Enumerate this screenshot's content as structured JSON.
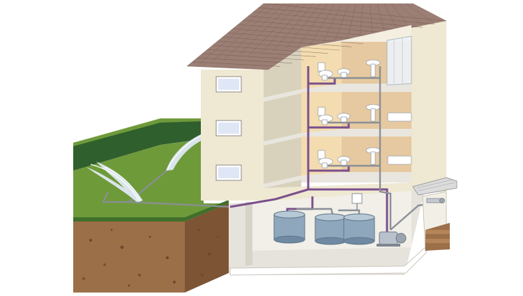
{
  "colors": {
    "roof": "#9b7e74",
    "roof_line": "#6f564d",
    "wall": "#efe8d2",
    "wall_shadow": "#d8d2bd",
    "room_warm": "#f3dcb0",
    "floor_slab": "#e9e6df",
    "pipe_purple": "#7a4f8c",
    "pipe_grey": "#8a8f97",
    "tank_blue": "#8ea7bd",
    "lawn": "#6f9a3a",
    "lawn_dark": "#3f6f2b",
    "hedge": "#2f5f2d",
    "soil": "#9b6f48",
    "soil_dark": "#7d5434",
    "sprinkler_spray": "#dfe9f3",
    "window_glass": "#dfe6f5",
    "basement_floor": "#e6e3dc"
  },
  "scene": {
    "floors": 3,
    "tanks": 3,
    "sprinklers": 2,
    "toilets_per_floor": 1,
    "bidets_per_floor": 1,
    "sinks_per_floor": 1,
    "bathtubs": 2,
    "showers": 1
  }
}
